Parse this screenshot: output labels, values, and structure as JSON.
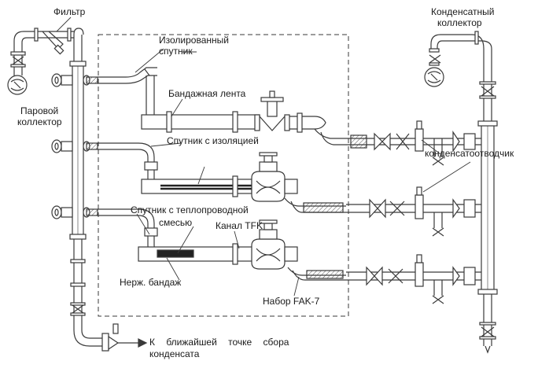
{
  "labels": {
    "filter": "Фильтр",
    "condensate_collector_1": "Конденсатный",
    "condensate_collector_2": "коллектор",
    "insulated_tracer_1": "Изолированный",
    "insulated_tracer_2": "спутник",
    "band_tape": "Бандажная лента",
    "steam_collector_1": "Паровой",
    "steam_collector_2": "коллектор",
    "tracer_with_insulation": "Спутник с изоляцией",
    "steam_trap": "конденсатоотводчик",
    "tracer_heat_compound_1": "Спутник с теплопроводной",
    "tracer_heat_compound_2": "смесью",
    "tfk_channel": "Канал TFK",
    "stainless_band": "Нерж. бандаж",
    "fak_kit": "Набор FAK-7",
    "nearest_point_1": "К ближайшей точке сбора",
    "nearest_point_2": "конденсата"
  },
  "colors": {
    "line": "#3a3a3a",
    "hatch": "#555555",
    "compound": "#222222",
    "background": "#ffffff"
  }
}
